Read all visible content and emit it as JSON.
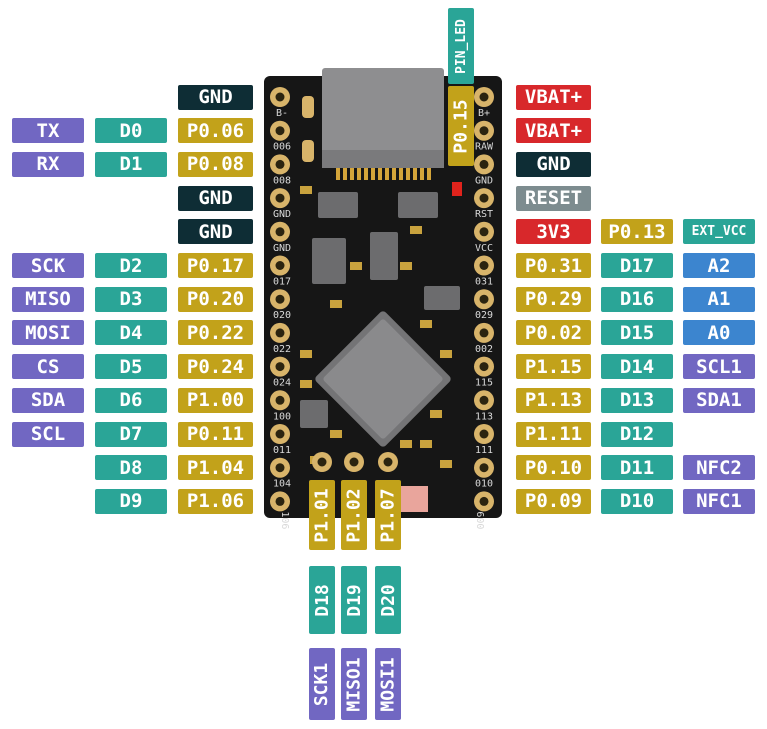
{
  "colors": {
    "gnd": "#0e2d35",
    "power": "#d8282b",
    "reset": "#7d8c8f",
    "port": "#c2a21a",
    "digital": "#2aa597",
    "serial": "#7167c2",
    "analog": "#3c85cf",
    "pcb": "#161616"
  },
  "left_pins": [
    {
      "silk": "B-",
      "labels": [
        {
          "text": "GND",
          "kind": "gnd"
        }
      ]
    },
    {
      "silk": "006",
      "labels": [
        {
          "text": "P0.06",
          "kind": "port"
        },
        {
          "text": "D0",
          "kind": "digital"
        },
        {
          "text": "TX",
          "kind": "serial"
        }
      ]
    },
    {
      "silk": "008",
      "labels": [
        {
          "text": "P0.08",
          "kind": "port"
        },
        {
          "text": "D1",
          "kind": "digital"
        },
        {
          "text": "RX",
          "kind": "serial"
        }
      ]
    },
    {
      "silk": "GND",
      "labels": [
        {
          "text": "GND",
          "kind": "gnd"
        }
      ]
    },
    {
      "silk": "GND",
      "labels": [
        {
          "text": "GND",
          "kind": "gnd"
        }
      ]
    },
    {
      "silk": "017",
      "labels": [
        {
          "text": "P0.17",
          "kind": "port"
        },
        {
          "text": "D2",
          "kind": "digital"
        },
        {
          "text": "SCK",
          "kind": "serial"
        }
      ]
    },
    {
      "silk": "020",
      "labels": [
        {
          "text": "P0.20",
          "kind": "port"
        },
        {
          "text": "D3",
          "kind": "digital"
        },
        {
          "text": "MISO",
          "kind": "serial"
        }
      ]
    },
    {
      "silk": "022",
      "labels": [
        {
          "text": "P0.22",
          "kind": "port"
        },
        {
          "text": "D4",
          "kind": "digital"
        },
        {
          "text": "MOSI",
          "kind": "serial"
        }
      ]
    },
    {
      "silk": "024",
      "labels": [
        {
          "text": "P0.24",
          "kind": "port"
        },
        {
          "text": "D5",
          "kind": "digital"
        },
        {
          "text": "CS",
          "kind": "serial"
        }
      ]
    },
    {
      "silk": "100",
      "labels": [
        {
          "text": "P1.00",
          "kind": "port"
        },
        {
          "text": "D6",
          "kind": "digital"
        },
        {
          "text": "SDA",
          "kind": "serial"
        }
      ]
    },
    {
      "silk": "011",
      "labels": [
        {
          "text": "P0.11",
          "kind": "port"
        },
        {
          "text": "D7",
          "kind": "digital"
        },
        {
          "text": "SCL",
          "kind": "serial"
        }
      ]
    },
    {
      "silk": "104",
      "labels": [
        {
          "text": "P1.04",
          "kind": "port"
        },
        {
          "text": "D8",
          "kind": "digital"
        }
      ]
    },
    {
      "silk": "106",
      "labels": [
        {
          "text": "P1.06",
          "kind": "port"
        },
        {
          "text": "D9",
          "kind": "digital"
        }
      ]
    }
  ],
  "right_pins": [
    {
      "silk": "B+",
      "labels": [
        {
          "text": "VBAT+",
          "kind": "power"
        }
      ]
    },
    {
      "silk": "RAW",
      "labels": [
        {
          "text": "VBAT+",
          "kind": "power"
        }
      ]
    },
    {
      "silk": "GND",
      "labels": [
        {
          "text": "GND",
          "kind": "gnd"
        }
      ]
    },
    {
      "silk": "RST",
      "labels": [
        {
          "text": "RESET",
          "kind": "reset"
        }
      ]
    },
    {
      "silk": "VCC",
      "labels": [
        {
          "text": "3V3",
          "kind": "power"
        },
        {
          "text": "P0.13",
          "kind": "port"
        },
        {
          "text": "EXT_VCC",
          "kind": "digital",
          "small": true
        }
      ]
    },
    {
      "silk": "031",
      "labels": [
        {
          "text": "P0.31",
          "kind": "port"
        },
        {
          "text": "D17",
          "kind": "digital"
        },
        {
          "text": "A2",
          "kind": "analog"
        }
      ]
    },
    {
      "silk": "029",
      "labels": [
        {
          "text": "P0.29",
          "kind": "port"
        },
        {
          "text": "D16",
          "kind": "digital"
        },
        {
          "text": "A1",
          "kind": "analog"
        }
      ]
    },
    {
      "silk": "002",
      "labels": [
        {
          "text": "P0.02",
          "kind": "port"
        },
        {
          "text": "D15",
          "kind": "digital"
        },
        {
          "text": "A0",
          "kind": "analog"
        }
      ]
    },
    {
      "silk": "115",
      "labels": [
        {
          "text": "P1.15",
          "kind": "port"
        },
        {
          "text": "D14",
          "kind": "digital"
        },
        {
          "text": "SCL1",
          "kind": "serial"
        }
      ]
    },
    {
      "silk": "113",
      "labels": [
        {
          "text": "P1.13",
          "kind": "port"
        },
        {
          "text": "D13",
          "kind": "digital"
        },
        {
          "text": "SDA1",
          "kind": "serial"
        }
      ]
    },
    {
      "silk": "111",
      "labels": [
        {
          "text": "P1.11",
          "kind": "port"
        },
        {
          "text": "D12",
          "kind": "digital"
        }
      ]
    },
    {
      "silk": "010",
      "labels": [
        {
          "text": "P0.10",
          "kind": "port"
        },
        {
          "text": "D11",
          "kind": "digital"
        },
        {
          "text": "NFC2",
          "kind": "serial"
        }
      ]
    },
    {
      "silk": "009",
      "labels": [
        {
          "text": "P0.09",
          "kind": "port"
        },
        {
          "text": "D10",
          "kind": "digital"
        },
        {
          "text": "NFC1",
          "kind": "serial"
        }
      ]
    }
  ],
  "bottom_pins": [
    {
      "labels": [
        {
          "text": "P1.01",
          "kind": "port"
        },
        {
          "text": "D18",
          "kind": "digital"
        },
        {
          "text": "SCK1",
          "kind": "serial"
        }
      ]
    },
    {
      "labels": [
        {
          "text": "P1.02",
          "kind": "port"
        },
        {
          "text": "D19",
          "kind": "digital"
        },
        {
          "text": "MISO1",
          "kind": "serial"
        }
      ]
    },
    {
      "labels": [
        {
          "text": "P1.07",
          "kind": "port"
        },
        {
          "text": "D20",
          "kind": "digital"
        },
        {
          "text": "MOSI1",
          "kind": "serial"
        }
      ]
    }
  ],
  "top_labels": [
    {
      "text": "PIN_LED",
      "kind": "digital",
      "small": true
    },
    {
      "text": "P0.15",
      "kind": "port"
    }
  ]
}
